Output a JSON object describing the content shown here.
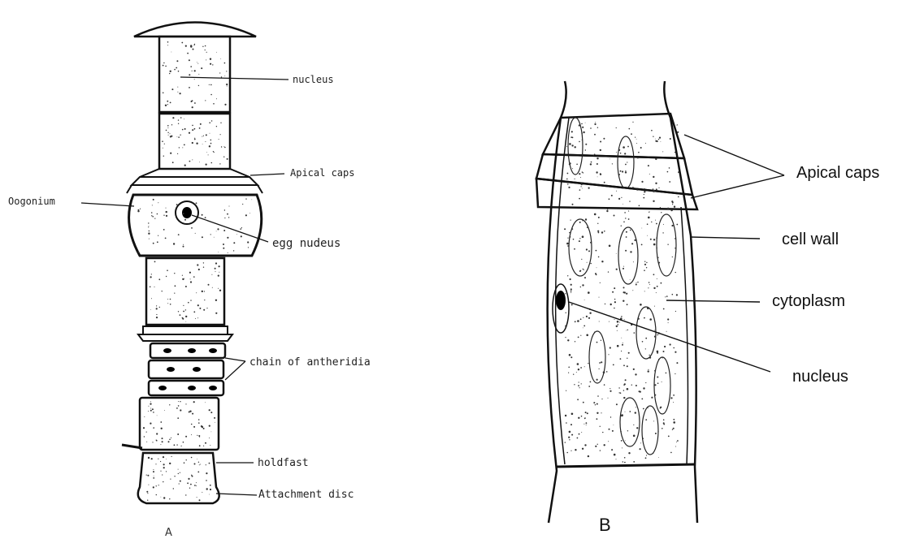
{
  "figure_a": {
    "caption": "A",
    "labels": {
      "nucleus": "nucleus",
      "apical_caps": "Apical caps",
      "oogonium": "Oogonium",
      "egg_nucleus": "egg nudeus",
      "chain_of_antheridia": "chain of antheridia",
      "holdfast": "holdfast",
      "attachment_disc": "Attachment disc"
    }
  },
  "figure_b": {
    "caption": "B",
    "labels": {
      "apical_caps": "Apical caps",
      "cell_wall": "cell wall",
      "cytoplasm": "cytoplasm",
      "nucleus": "nucleus"
    }
  },
  "colors": {
    "ink": "#111111",
    "background": "#ffffff",
    "nucleus_fill": "#000000"
  }
}
